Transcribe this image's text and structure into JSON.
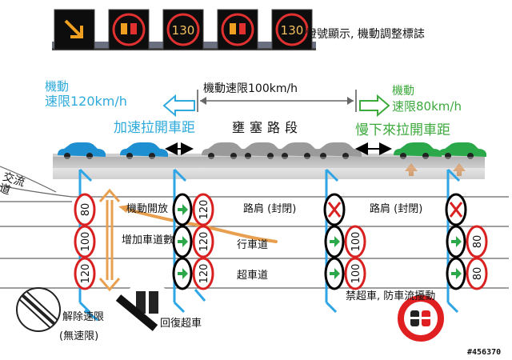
{
  "gantry": {
    "caption": "燈號顯示, 機動調整標誌",
    "signs": [
      {
        "type": "arrow"
      },
      {
        "type": "no_overtaking"
      },
      {
        "type": "speed",
        "value": "130"
      },
      {
        "type": "no_overtaking"
      },
      {
        "type": "speed",
        "value": "130"
      }
    ]
  },
  "top_labels": {
    "left_speed": {
      "line1": "機動",
      "line2": "速限120km/h",
      "color": "#2eaadc"
    },
    "center_speed": "機動速限100km/h",
    "right_speed": {
      "line1": "機動",
      "line2": "速限80km/h",
      "color": "#3daa3d"
    },
    "accelerate": "加速拉開車距",
    "congestion": "壅塞路段",
    "slow_down": "慢下來拉開車距"
  },
  "road": {
    "ramp_label": "交流道",
    "lane_labels": {
      "shoulder_open": "機動開放",
      "shoulder_closed_1": "路肩 (封閉)",
      "shoulder_closed_2": "路肩 (封閉)",
      "travel_lane": "行車道",
      "overtaking_lane": "超車道"
    },
    "add_lanes": "增加車道數"
  },
  "signs": {
    "col1": [
      "80",
      "100",
      "120"
    ],
    "col2": [
      "120",
      "120",
      "120"
    ],
    "col3": [
      "100",
      "100"
    ],
    "col4": [
      "80",
      "80"
    ]
  },
  "bottom": {
    "end_limit": {
      "line1": "解除速限",
      "line2": "(無速限)"
    },
    "resume_overtaking": "回復超車",
    "no_overtaking": "禁超車, 防車流擾動",
    "watermark": "#456370"
  },
  "colors": {
    "sign_ring": "#d92020",
    "blue_pole": "#2ea6e6",
    "green_arrow": "#2aa84a",
    "orange": "#e8a050",
    "green_label": "#3daa3d",
    "blue_label": "#2eaadc"
  }
}
